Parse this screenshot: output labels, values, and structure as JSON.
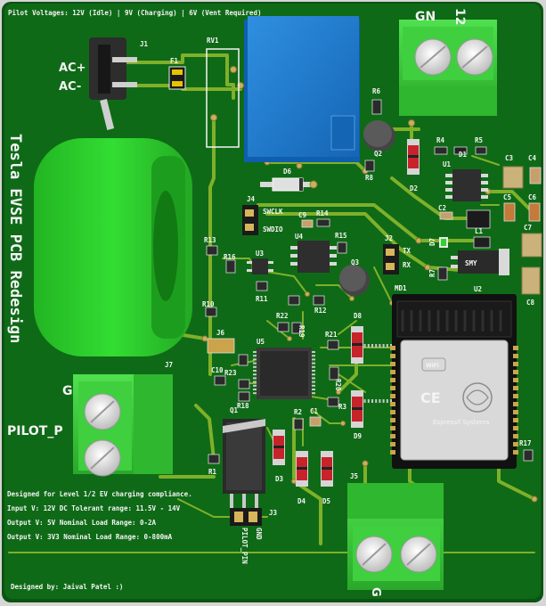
{
  "header": {
    "pilot_voltages": "Pilot Voltages: 12V (Idle) | 9V (Charging) | 6V (Vent Required)"
  },
  "board": {
    "title": "Tesla EVSE PCB Redesign",
    "colors": {
      "pcb": "#0f6a17",
      "pcb_edge": "#0b5412",
      "copper": "#7fb02a",
      "silk": "#f4f4f4",
      "terminal_green": "#3fd03f",
      "relay_blue": "#1f7fd0",
      "module_black": "#1a1a1a"
    }
  },
  "components": {
    "J1": "J1",
    "F1": "F1",
    "RV1": "RV1",
    "AC_plus": "AC+",
    "AC_minus": "AC-",
    "J4": "J4",
    "SWCLK": "SWCLK",
    "SWDIO": "SWDIO",
    "R6": "R6",
    "R4": "R4",
    "R5": "R5",
    "R8": "R8",
    "R13": "R13",
    "R16": "R16",
    "R10": "R10",
    "R11": "R11",
    "R12": "R12",
    "R14": "R14",
    "R15": "R15",
    "R22": "R22",
    "R19": "R19",
    "R21": "R21",
    "R23": "R23",
    "R18": "R18",
    "R20": "R20",
    "R2": "R2",
    "R3": "R3",
    "R1": "R1",
    "R7": "R7",
    "R17": "R17",
    "Q1": "Q1",
    "Q2": "Q2",
    "Q3": "Q3",
    "D1": "D1",
    "D2": "D2",
    "D3": "D3",
    "D4": "D4",
    "D5": "D5",
    "D6": "D6",
    "D7": "D7",
    "D8": "D8",
    "D9": "D9",
    "U1": "U1",
    "U2": "U2",
    "U3": "U3",
    "U4": "U4",
    "U5": "U5",
    "C1": "C1",
    "C2": "C2",
    "C3": "C3",
    "C4": "C4",
    "C5": "C5",
    "C6": "C6",
    "C7": "C7",
    "C8": "C8",
    "C9": "C9",
    "C10": "C10",
    "L1": "L1",
    "J2": "J2",
    "TX": "TX",
    "RX": "RX",
    "J3": "J3",
    "J5": "J5",
    "J6": "J6",
    "J7": "J7",
    "MD1": "MD1",
    "GND_J3": "GND",
    "PILOT_PIN": "PILOT_PIN",
    "G_J7": "G",
    "PILOT_P": "PILOT_P",
    "GN": "GN",
    "twelve": "12",
    "G_J5": "G",
    "U2_mark": "SMY",
    "module_brand": "Espressif Systems",
    "wifi_mark": "WiFi",
    "ce_mark": "CE"
  },
  "notes": {
    "line1": "Designed for Level 1/2 EV charging compliance.",
    "line2": "Input V: 12V DC  Tolerant range: 11.5V - 14V",
    "line3": "Output V: 5V Nominal  Load Range: 0-2A",
    "line4": "Output V: 3V3 Nominal Load Range: 0-800mA",
    "credit": "Designed by: Jaival Patel :)"
  }
}
